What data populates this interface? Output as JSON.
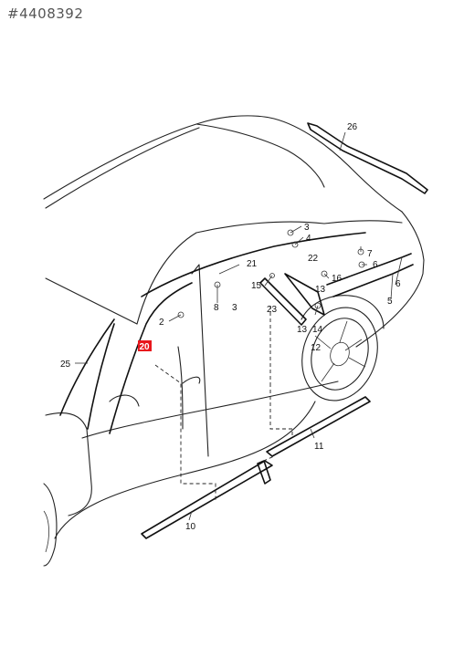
{
  "header": {
    "reference": "#4408392"
  },
  "diagram": {
    "highlight_color": "#e8161c",
    "highlighted_label": "20",
    "callouts": [
      "26",
      "3",
      "4",
      "22",
      "7",
      "6",
      "16",
      "6",
      "5",
      "21",
      "15",
      "13",
      "8",
      "3",
      "23",
      "13",
      "14",
      "2",
      "12",
      "25",
      "11",
      "10"
    ]
  }
}
